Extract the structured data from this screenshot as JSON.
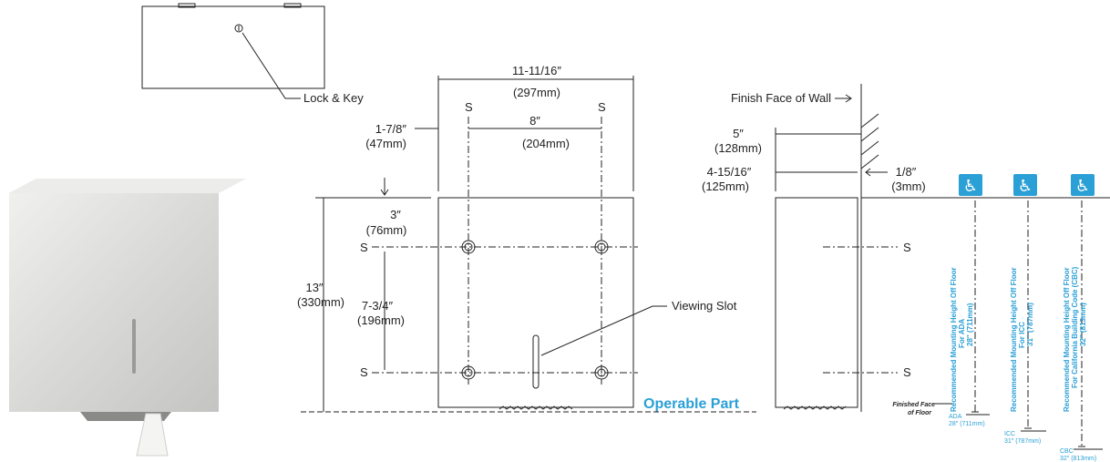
{
  "top_view": {
    "lock_label": "Lock & Key"
  },
  "front_view": {
    "width": "11-11/16″",
    "width_mm": "(297mm)",
    "left_offset": "1-7/8″",
    "left_offset_mm": "(47mm)",
    "hole_spacing": "8″",
    "hole_spacing_mm": "(204mm)",
    "top_offset": "3″",
    "top_offset_mm": "(76mm)",
    "height": "13″",
    "height_mm": "(330mm)",
    "vertical_spacing": "7-3/4″",
    "vertical_spacing_mm": "(196mm)",
    "screw_marker": "S",
    "viewing_slot": "Viewing Slot",
    "operable_part": "Operable Part"
  },
  "side_view": {
    "finish_face_wall": "Finish Face of Wall",
    "depth": "5″",
    "depth_mm": "(128mm)",
    "body_depth": "4-15/16″",
    "body_depth_mm": "(125mm)",
    "gap": "1/8″",
    "gap_mm": "(3mm)",
    "screw_marker": "S",
    "finished_floor_line1": "Finished Face",
    "finished_floor_line2": "of Floor"
  },
  "mounting_heights": [
    {
      "icon": "wheelchair-icon",
      "line1": "Recommended Mounting Height Off Floor",
      "line2": "For ADA",
      "value": "28″ (711mm)",
      "floor_code": "ADA",
      "floor_value": "28″ (711mm)"
    },
    {
      "icon": "wheelchair-icon",
      "line1": "Recommended Mounting Height Off Floor",
      "line2": "For ICC",
      "value": "31″ (787mm)",
      "floor_code": "ICC",
      "floor_value": "31″ (787mm)"
    },
    {
      "icon": "wheelchair-icon",
      "line1": "Recommended Mounting Height Off Floor",
      "line2": "For California Building Code (CBC)",
      "value": "32″ (813mm)",
      "floor_code": "CBC",
      "floor_value": "32″ (813mm)"
    }
  ],
  "colors": {
    "accent": "#2aa0d6",
    "line": "#222222",
    "steel_light": "#e8e8e6",
    "steel_dark": "#b8b8b6"
  }
}
